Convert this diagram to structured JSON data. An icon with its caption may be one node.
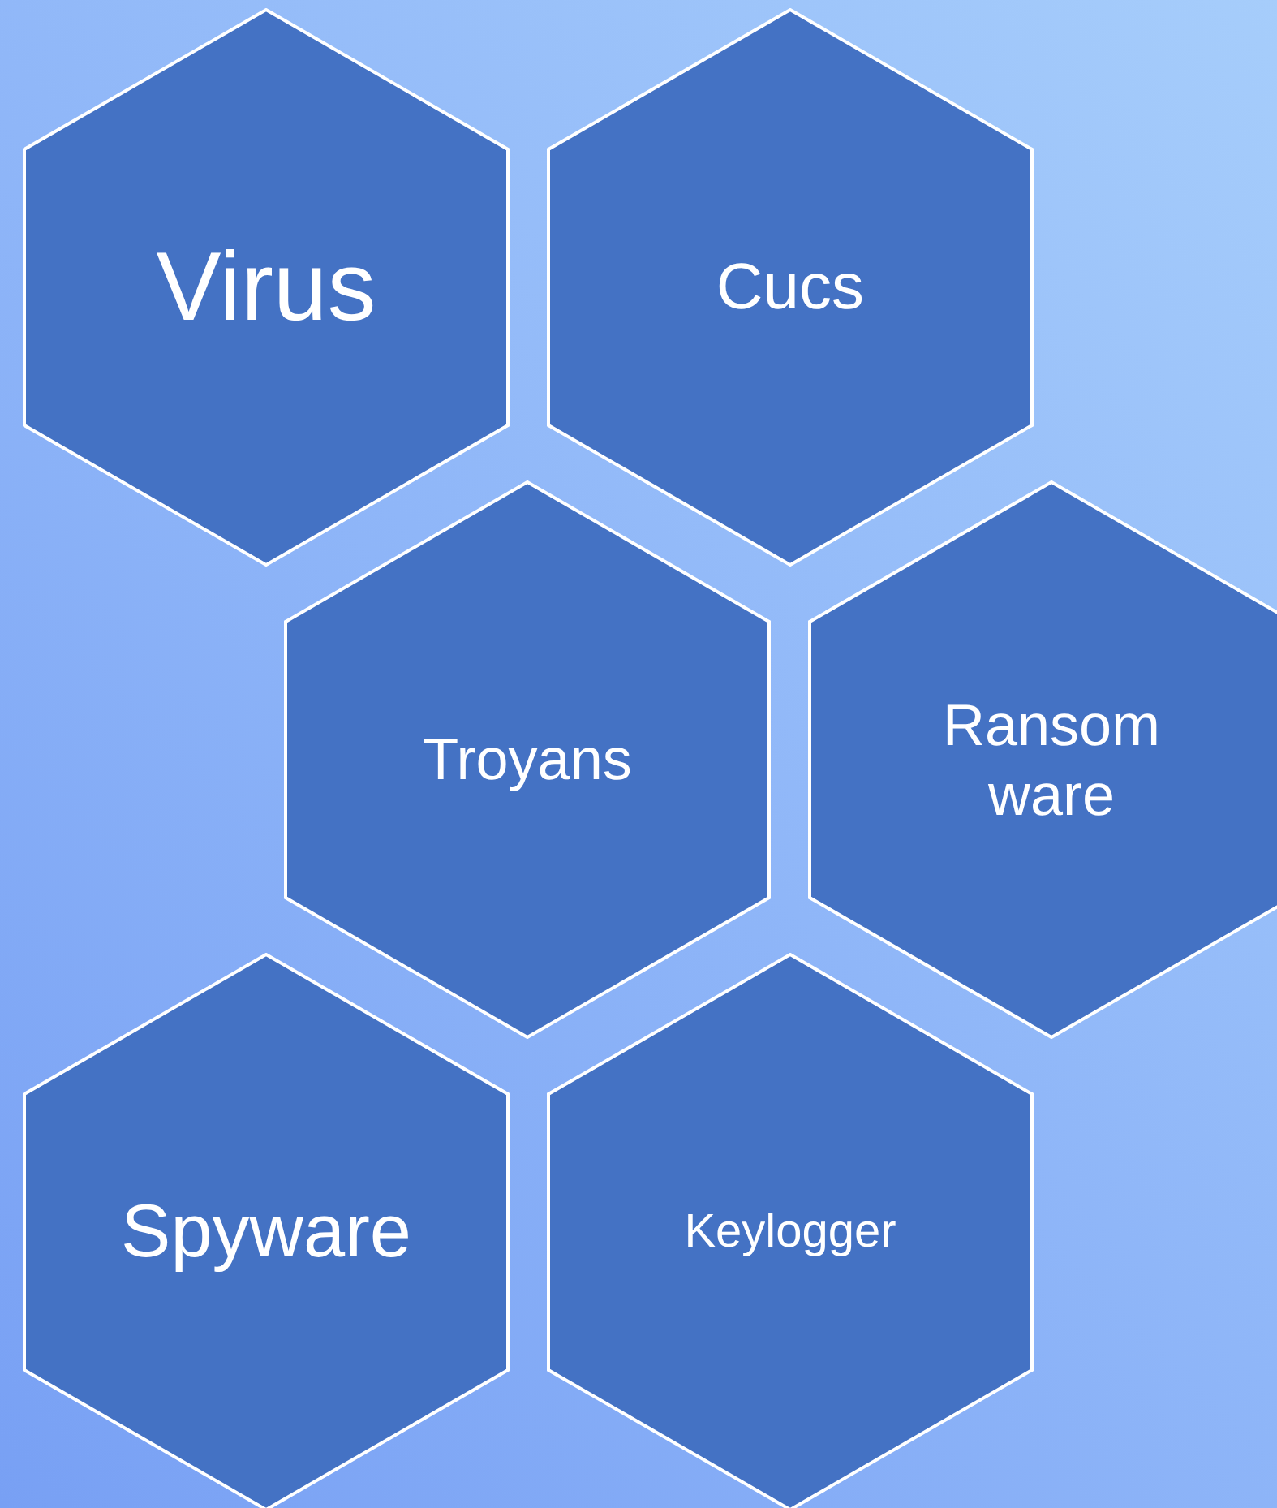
{
  "diagram": {
    "nodes": [
      {
        "text": [
          "Virus"
        ]
      },
      {
        "text": [
          "Cucs"
        ]
      },
      {
        "text": [
          "Troyans"
        ]
      },
      {
        "text": [
          "Ransom ware"
        ]
      },
      {
        "text": [
          "Spyware"
        ]
      },
      {
        "text": [
          "Keylogger"
        ]
      }
    ]
  }
}
